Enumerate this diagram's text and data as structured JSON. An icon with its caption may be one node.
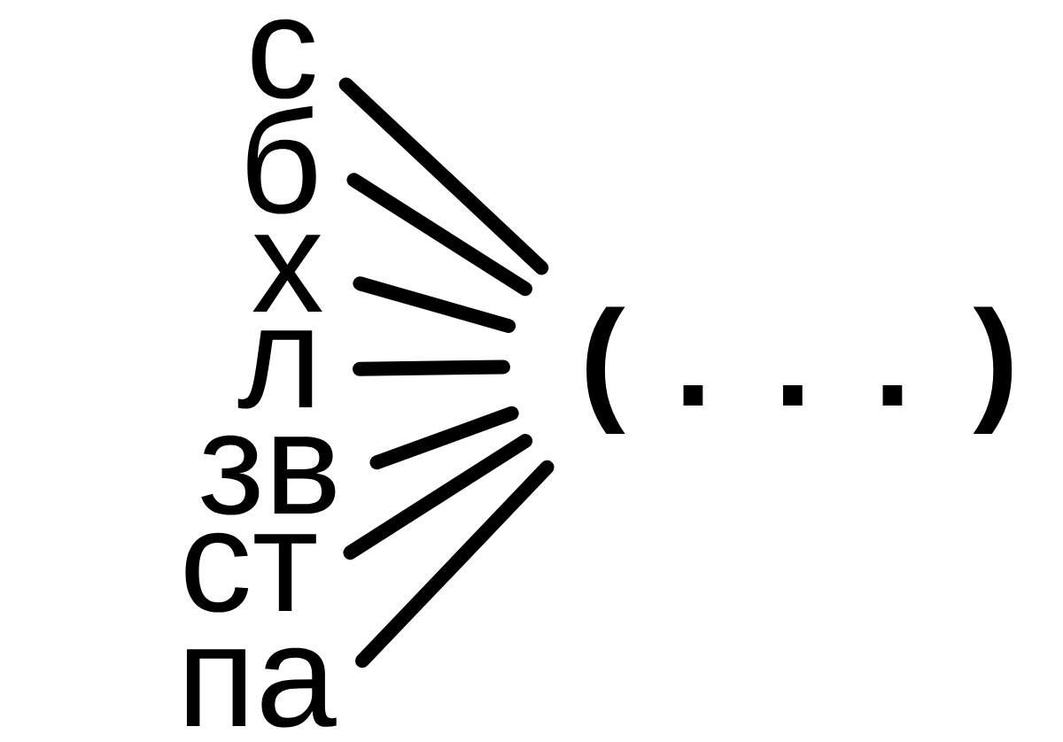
{
  "diagram": {
    "nodes": [
      {
        "text": [
          "с"
        ]
      },
      {
        "text": [
          "б"
        ]
      },
      {
        "text": [
          "х"
        ]
      },
      {
        "text": [
          "л"
        ]
      },
      {
        "text": [
          "зв"
        ]
      },
      {
        "text": [
          "ст"
        ]
      },
      {
        "text": [
          "па"
        ]
      },
      {
        "text": [
          "( . . . )"
        ]
      }
    ],
    "edges": [
      {
        "from": 0,
        "to": 7,
        "arrow": "none"
      },
      {
        "from": 1,
        "to": 7,
        "arrow": "none"
      },
      {
        "from": 2,
        "to": 7,
        "arrow": "none"
      },
      {
        "from": 3,
        "to": 7,
        "arrow": "none"
      },
      {
        "from": 4,
        "to": 7,
        "arrow": "none"
      },
      {
        "from": 5,
        "to": 7,
        "arrow": "none"
      },
      {
        "from": 6,
        "to": 7,
        "arrow": "none"
      }
    ]
  }
}
